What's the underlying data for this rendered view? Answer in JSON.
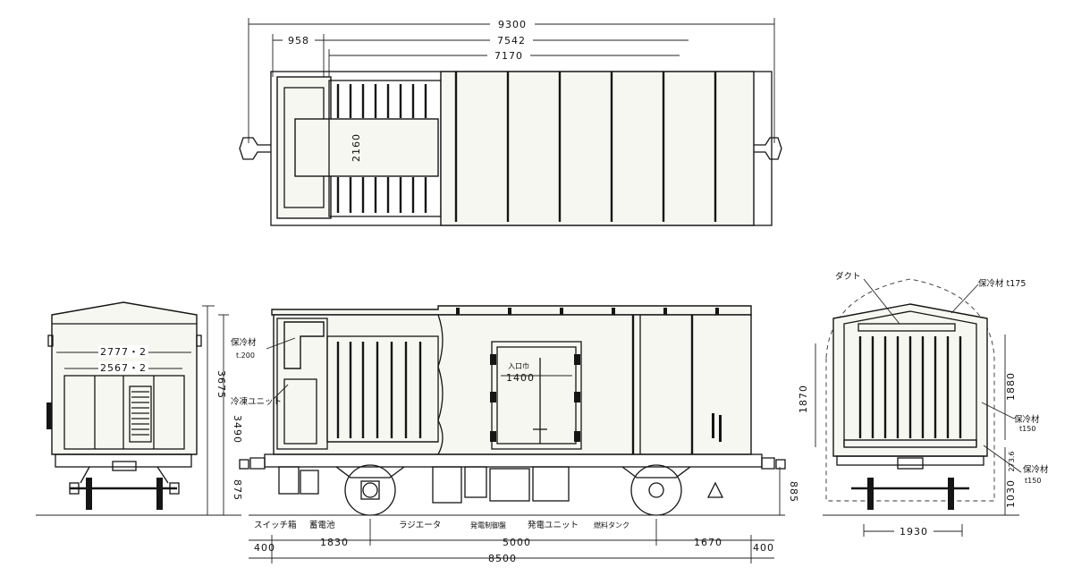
{
  "top_view": {
    "dim_overall": "9300",
    "dim_body": "7542",
    "dim_inner": "7170",
    "dim_end": "958",
    "dim_width": "2160"
  },
  "end_view_left": {
    "dim_outer_width": "2777・2",
    "dim_inner_width": "2567・2",
    "dim_total_height": "3675",
    "dim_body_height": "3490",
    "dim_floor_height": "875"
  },
  "side_view": {
    "label_insulation": "保冷材",
    "label_insulation_t": "t.200",
    "label_refrigeration_unit": "冷凍ユニット",
    "label_door": "入口巾",
    "dim_door": "1400",
    "label_switch_box": "スイッチ箱",
    "label_battery": "蓄電池",
    "label_radiator": "ラジエータ",
    "label_control_panel": "発電制御盤",
    "label_generator_unit": "発電ユニット",
    "label_fuel_tank": "燃料タンク",
    "dim_left_end": "400",
    "dim_front": "1830",
    "dim_wheelbase": "5000",
    "dim_rear": "1670",
    "dim_right_end": "400",
    "dim_length": "8500",
    "dim_coupler_height": "885"
  },
  "section_view": {
    "label_duct": "ダクト",
    "label_insulation_roof": "保冷材 t175",
    "label_insulation_side": "保冷材",
    "label_insulation_side_t": "t150",
    "label_insulation_floor": "保冷材",
    "label_insulation_floor_t": "t150",
    "dim_inner_height_left": "1870",
    "dim_inner_height_right": "1880",
    "dim_floor": "273.6",
    "dim_rail_to_floor": "1030",
    "dim_track": "1930"
  }
}
